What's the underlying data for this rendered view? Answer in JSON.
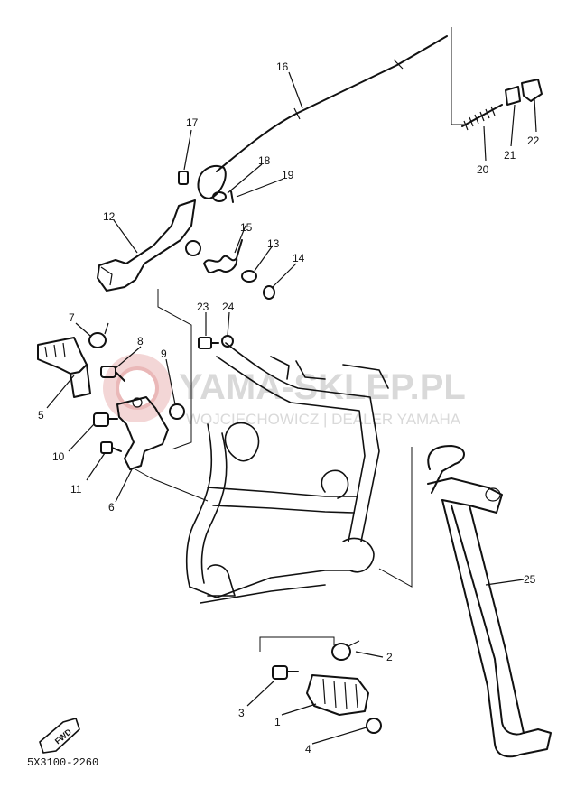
{
  "watermark": {
    "title": "YAMA-SKLEP.PL",
    "subtitle": "WOJCIECHOWICZ | DEALER YAMAHA"
  },
  "diagram_code": "5X3100-2260",
  "fwd_label": "FWD",
  "callouts": [
    "1",
    "2",
    "3",
    "4",
    "5",
    "6",
    "7",
    "8",
    "9",
    "10",
    "11",
    "12",
    "13",
    "14",
    "15",
    "16",
    "17",
    "18",
    "19",
    "20",
    "21",
    "22",
    "23",
    "24",
    "25"
  ]
}
